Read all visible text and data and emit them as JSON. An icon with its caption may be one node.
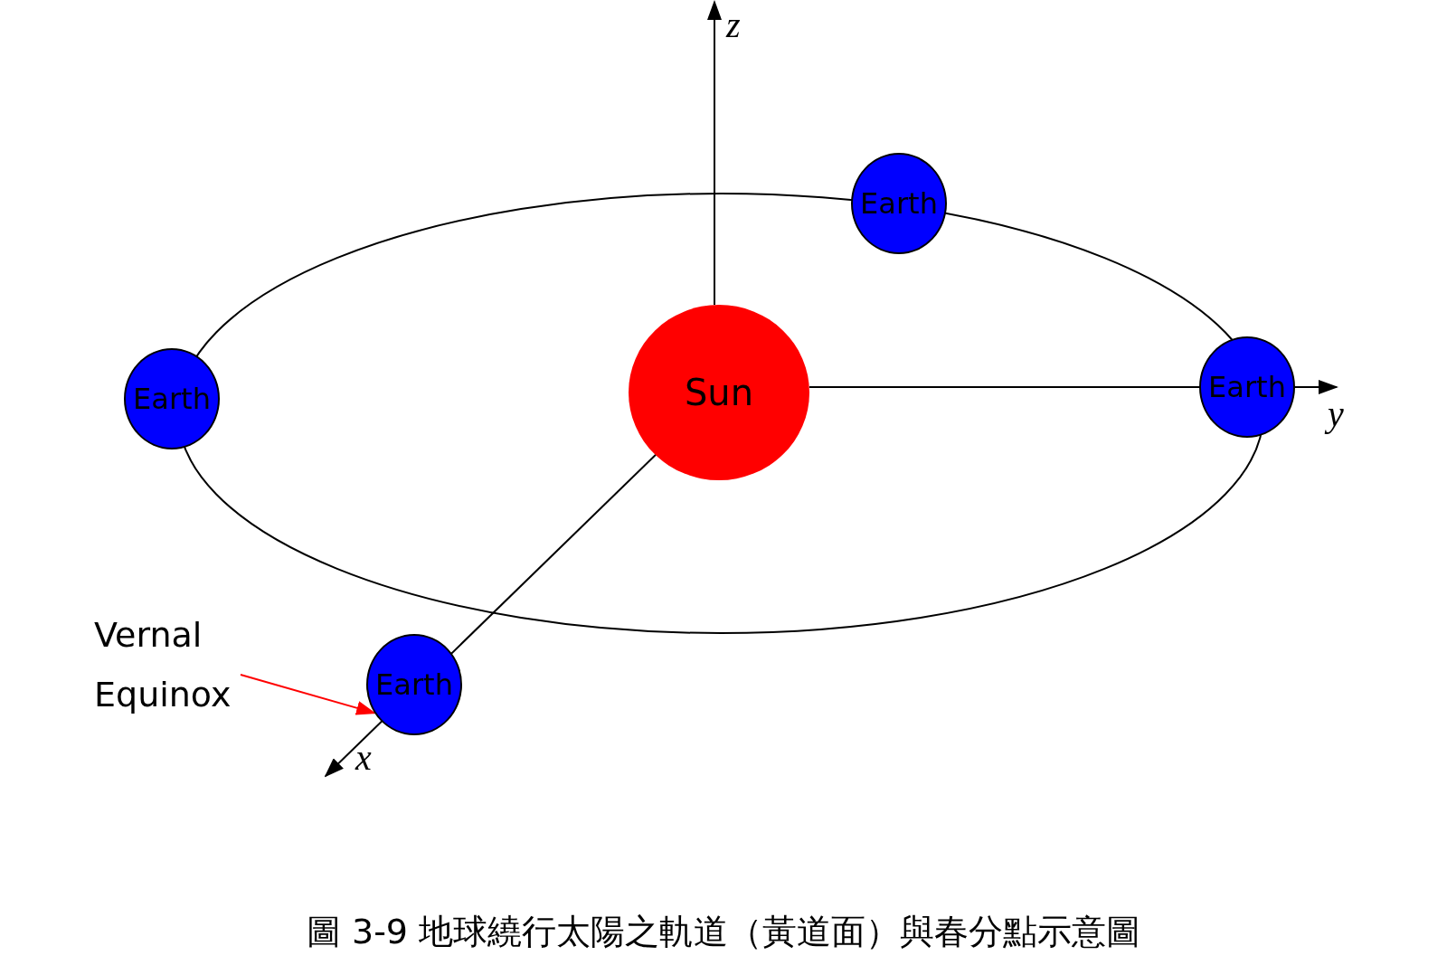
{
  "diagram": {
    "caption": "圖 3-9 地球繞行太陽之軌道（黃道面）與春分點示意圖",
    "nodes": [
      {
        "text": [
          "Earth"
        ]
      },
      {
        "text": [
          "Earth"
        ]
      },
      {
        "text": [
          "Sun"
        ]
      },
      {
        "text": [
          "Earth"
        ]
      },
      {
        "text": [
          "Vernal Equinox"
        ]
      },
      {
        "text": [
          "Earth"
        ]
      }
    ],
    "edges": [
      {
        "from": 4,
        "to": 5,
        "arrow": "to",
        "color": "#ff0000"
      }
    ],
    "labels": [
      "z",
      "y",
      "x"
    ]
  }
}
